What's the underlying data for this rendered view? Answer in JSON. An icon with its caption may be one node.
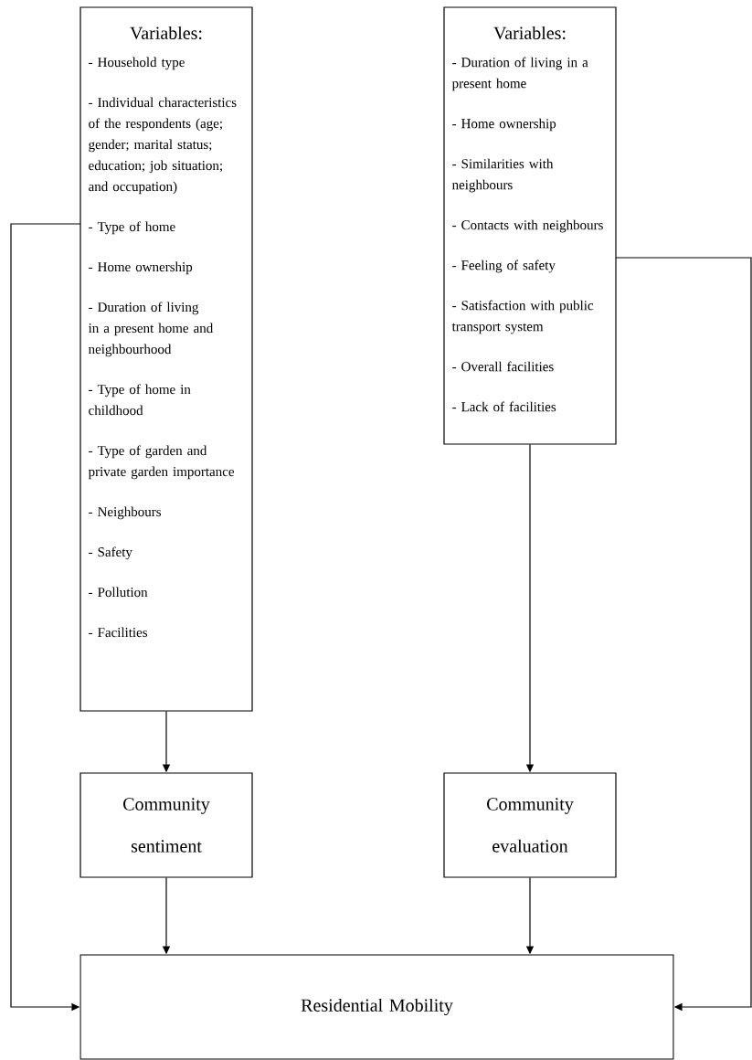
{
  "diagram": {
    "nodes": [
      {
        "text": [
          "Variables:",
          "- Household type",
          "- Individual characteristics of the respondents (age; gender; marital status; education; job situation; and occupation)",
          "- Type of home",
          "- Home ownership",
          "- Duration of living in a present home and neighbourhood",
          "- Type of home in childhood",
          "- Type of garden and private garden importance",
          "- Neighbours",
          "- Safety",
          "- Pollution",
          "- Facilities"
        ]
      },
      {
        "text": [
          "Variables:",
          "- Duration of living in a present home",
          "- Home ownership",
          "- Similarities with neighbours",
          "- Contacts with neighbours",
          "- Feeling of safety",
          "- Satisfaction with public transport system",
          "- Overall facilities",
          "- Lack of facilities"
        ]
      },
      {
        "text": [
          "Community sentiment"
        ]
      },
      {
        "text": [
          "Community evaluation"
        ]
      },
      {
        "text": [
          "Residential Mobility"
        ]
      }
    ],
    "edges": [
      {
        "from": 0,
        "to": 2,
        "arrow": "to"
      },
      {
        "from": 1,
        "to": 3,
        "arrow": "to"
      },
      {
        "from": 2,
        "to": 4,
        "arrow": "to"
      },
      {
        "from": 3,
        "to": 4,
        "arrow": "to"
      },
      {
        "from": 0,
        "to": 4,
        "arrow": "to"
      },
      {
        "from": 1,
        "to": 4,
        "arrow": "to"
      }
    ]
  }
}
